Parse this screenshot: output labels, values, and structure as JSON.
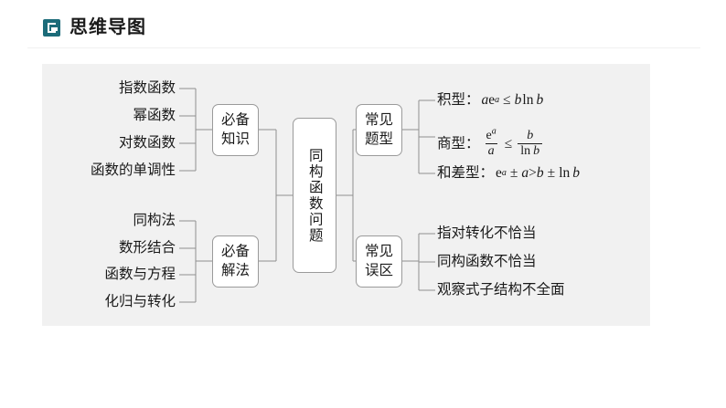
{
  "header": {
    "title": "思维导图",
    "icon": "bookmark-square-icon",
    "accent_color": "#1b6b79"
  },
  "panel": {
    "background": "#f1f1f1",
    "line_color": "#8f8f8f",
    "node_border_color": "#9a9a9a",
    "text_color": "#1a1a1a"
  },
  "mindmap": {
    "center": {
      "label": "同构函数问题"
    },
    "branches": [
      {
        "id": "bibei-zhishi",
        "label_line1": "必备",
        "label_line2": "知识",
        "side": "left",
        "leaves": [
          "指数函数",
          "幂函数",
          "对数函数",
          "函数的单调性"
        ]
      },
      {
        "id": "bibei-jiefa",
        "label_line1": "必备",
        "label_line2": "解法",
        "side": "left",
        "leaves": [
          "同构法",
          "数形结合",
          "函数与方程",
          "化归与转化"
        ]
      },
      {
        "id": "changjian-tixing",
        "label_line1": "常见",
        "label_line2": "题型",
        "side": "right",
        "leaves": [
          {
            "label": "积型：",
            "formula_text": "ae^a ≤ b ln b",
            "kind": "product"
          },
          {
            "label": "商型：",
            "formula_text": "e^a/a ≤ b/ln b",
            "kind": "quotient"
          },
          {
            "label": "和差型：",
            "formula_text": "e^a ± a > b ± ln b",
            "kind": "sumdiff"
          }
        ]
      },
      {
        "id": "changjian-wuqu",
        "label_line1": "常见",
        "label_line2": "误区",
        "side": "right",
        "leaves": [
          "指对转化不恰当",
          "同构函数不恰当",
          "观察式子结构不全面"
        ]
      }
    ],
    "formula_parts": {
      "product": {
        "a1": "a",
        "e": "e",
        "exp1": "a",
        "le": "≤",
        "b1": "b",
        "ln": "ln",
        "b2": "b"
      },
      "quotient": {
        "e": "e",
        "exp": "a",
        "den1": "a",
        "le": "≤",
        "num2": "b",
        "ln": "ln",
        "den2": "b"
      },
      "sumdiff": {
        "e": "e",
        "exp": "a",
        "pm1": "±",
        "a": "a",
        "gt": ">",
        "b1": "b",
        "pm2": "±",
        "ln": "ln",
        "b2": "b"
      }
    }
  }
}
